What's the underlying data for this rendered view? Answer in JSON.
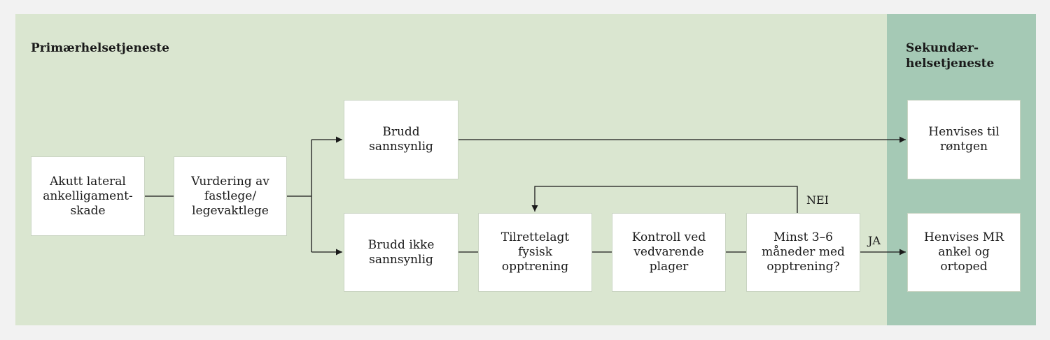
{
  "regions": {
    "primary": "Primærhelsetjeneste",
    "secondary": "Sekundær-\nhelsetjeneste"
  },
  "nodes": {
    "start": "Akutt lateral ankelligament-skade",
    "assessment": "Vurdering av fastlege/ legevaktlege",
    "fracture_likely": "Brudd sannsynlig",
    "fracture_unlikely": "Brudd ikke sannsynlig",
    "training": "Tilrettelagt fysisk opptrening",
    "followup": "Kontroll ved vedvarende plager",
    "decision": "Minst 3–6 måneder med opptrening?",
    "xray": "Henvises til røntgen",
    "mri": "Henvises MR ankel og ortoped"
  },
  "edge_labels": {
    "no": "NEI",
    "yes": "JA"
  },
  "colors": {
    "primary_bg": "#dae6d0",
    "secondary_bg": "#a5c9b5",
    "box_bg": "#ffffff",
    "line": "#1a1a1a"
  }
}
